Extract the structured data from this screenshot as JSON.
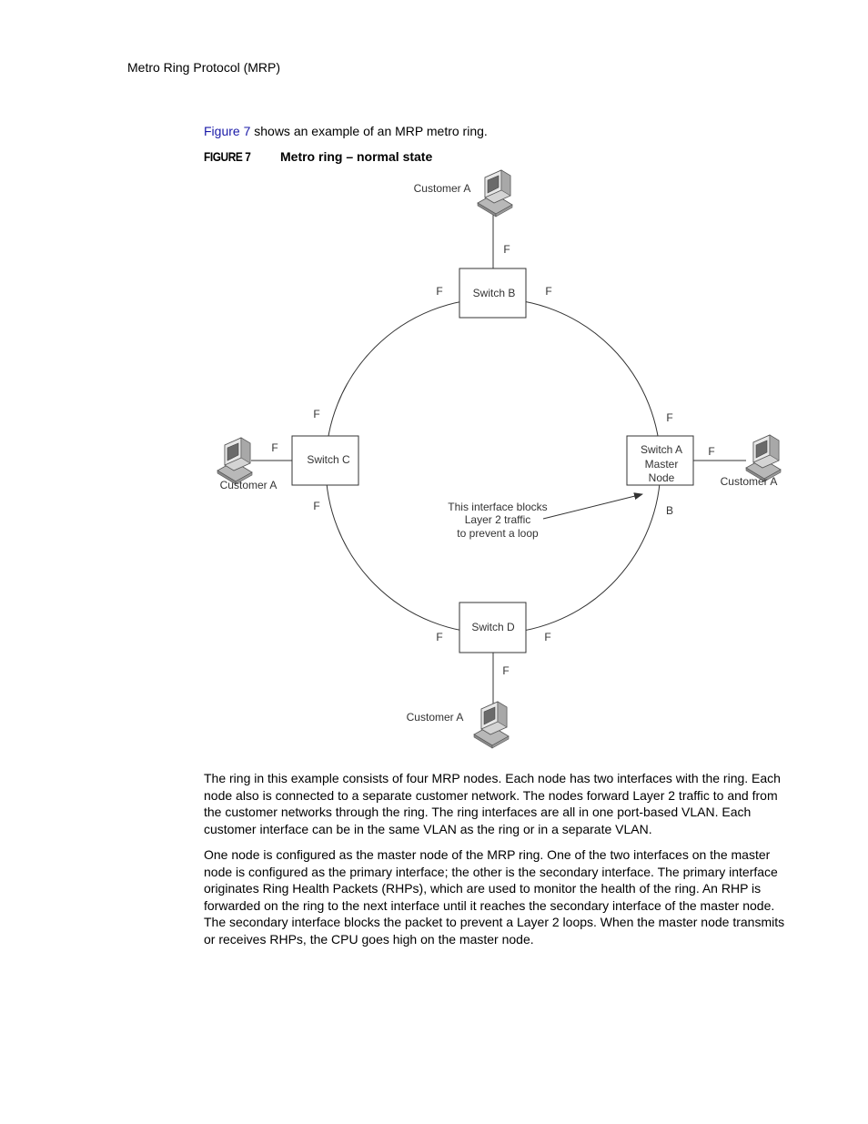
{
  "header": {
    "running_title": "Metro Ring Protocol (MRP)"
  },
  "intro": {
    "link_text": "Figure 7",
    "text": " shows an example of an MRP metro ring."
  },
  "figure": {
    "number": "FIGURE 7",
    "title": "Metro ring – normal state",
    "switches": {
      "b": "Switch B",
      "c": "Switch C",
      "d": "Switch D",
      "a_line1": "Switch A",
      "a_line2": "Master",
      "a_line3": "Node"
    },
    "customers": {
      "top": "Customer A",
      "left": "Customer A",
      "right": "Customer A",
      "bottom": "Customer A"
    },
    "port_labels": {
      "forward": "F",
      "blocking": "B"
    },
    "annotation": {
      "line1": "This interface blocks",
      "line2": "Layer 2 traffic",
      "line3": "to prevent a loop"
    }
  },
  "body": {
    "paragraph1": "The ring in this example consists of four MRP nodes.  Each node has two interfaces with the ring. Each node also is connected to a separate customer network.  The nodes forward Layer 2 traffic to and from the customer networks through the ring.  The ring interfaces are all in one port-based VLAN.  Each customer interface can be in the same VLAN as the ring or in a separate VLAN.",
    "paragraph2": "One node is configured as the master node of the MRP ring. One of the two interfaces on the master node is configured as the primary interface; the other is the secondary interface. The primary interface originates Ring Health Packets (RHPs), which are used to monitor the health of the ring. An RHP is forwarded on the ring to the next interface until it reaches the secondary interface of the master node. The secondary interface blocks the packet to prevent a Layer 2 loops. When the master node transmits or receives RHPs, the CPU goes high on the master node."
  }
}
